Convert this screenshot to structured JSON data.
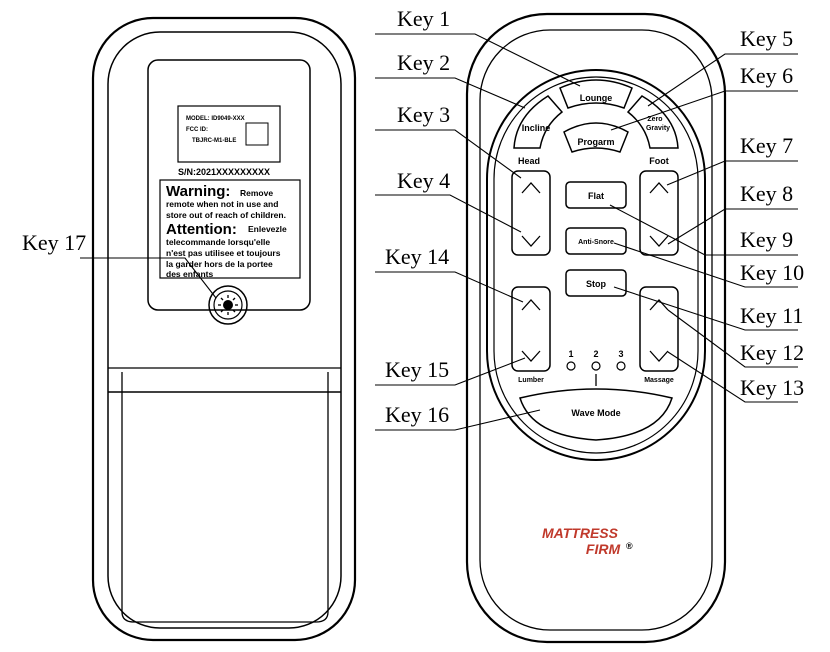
{
  "keys": {
    "k1": "Key 1",
    "k2": "Key 2",
    "k3": "Key 3",
    "k4": "Key 4",
    "k5": "Key 5",
    "k6": "Key 6",
    "k7": "Key 7",
    "k8": "Key 8",
    "k9": "Key 9",
    "k10": "Key 10",
    "k11": "Key 11",
    "k12": "Key 12",
    "k13": "Key 13",
    "k14": "Key 14",
    "k15": "Key 15",
    "k16": "Key 16",
    "k17": "Key 17"
  },
  "buttons": {
    "lounge": "Lounge",
    "incline": "Incline",
    "zero_gravity_1": "Zero",
    "zero_gravity_2": "Gravity",
    "program": "Progarm",
    "flat": "Flat",
    "anti_snore": "Anti-Snore",
    "stop": "Stop",
    "wave_mode": "Wave Mode"
  },
  "group_labels": {
    "head": "Head",
    "foot": "Foot",
    "lumbar": "Lumber",
    "massage": "Massage"
  },
  "massage_levels": [
    "1",
    "2",
    "3"
  ],
  "back_label": {
    "model": "MODEL: ID9049-XXX",
    "fcc": "FCC ID:",
    "fcc_id": "TBJRC-M1-BLE",
    "serial": "S/N:2021XXXXXXXXX"
  },
  "warning": {
    "title": "Warning:",
    "line1": "Remove",
    "line2": "remote when not in use and",
    "line3": "store out of reach of children.",
    "title_fr": "Attention:",
    "fr1": "Enlevezle",
    "fr2": "telecommande lorsqu'elle",
    "fr3": "n'est pas utilisee et toujours",
    "fr4": "la garder hors de la portee",
    "fr5": "des enfants"
  },
  "brand": {
    "line1": "MATTRESS",
    "line2": "FIRM",
    "mark": "®"
  },
  "colors": {
    "ink": "#000000",
    "brand": "#c0392b",
    "background": "#ffffff"
  }
}
